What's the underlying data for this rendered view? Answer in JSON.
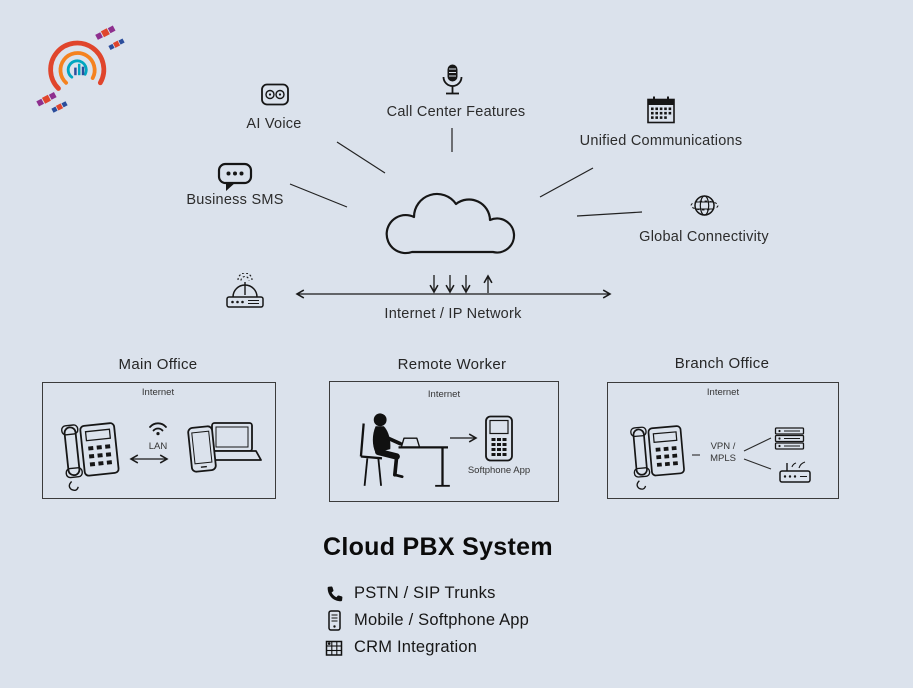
{
  "colors": {
    "background": "#dbe2ec",
    "ink": "#1a1a1a",
    "logo_orange": "#f5821f",
    "logo_red": "#e0452c",
    "logo_teal": "#00a6c0",
    "logo_purple": "#8e2f8e",
    "logo_blue": "#2b4d9b"
  },
  "icons": [
    "company-logo",
    "ai-voice-icon",
    "microphone-icon",
    "calendar-icon",
    "chat-bubble-icon",
    "globe-icon",
    "cloud-shape",
    "router-icon",
    "desk-phone-icon",
    "wifi-icon",
    "smartphone-laptop-icon",
    "person-at-desk-icon",
    "softphone-icon",
    "server-icon",
    "wifi-router-icon",
    "phone-icon",
    "mobile-icon",
    "crm-icon"
  ],
  "nodes": {
    "ai_voice": "AI Voice",
    "call_center": "Call Center Features",
    "unified_comms": "Unified Communications",
    "business_sms": "Business SMS",
    "global_connectivity": "Global Connectivity",
    "network": "Internet / IP Network"
  },
  "offices": {
    "main": {
      "title": "Main Office",
      "network": "Internet",
      "link": "LAN"
    },
    "remote": {
      "title": "Remote Worker",
      "network": "Internet",
      "app": "Softphone App"
    },
    "branch": {
      "title": "Branch Office",
      "network": "Internet",
      "link_line1": "VPN /",
      "link_line2": "MPLS"
    }
  },
  "footer": {
    "title": "Cloud PBX System",
    "items": [
      {
        "label": "PSTN / SIP Trunks"
      },
      {
        "label": "Mobile / Softphone App"
      },
      {
        "label": "CRM Integration"
      }
    ]
  }
}
